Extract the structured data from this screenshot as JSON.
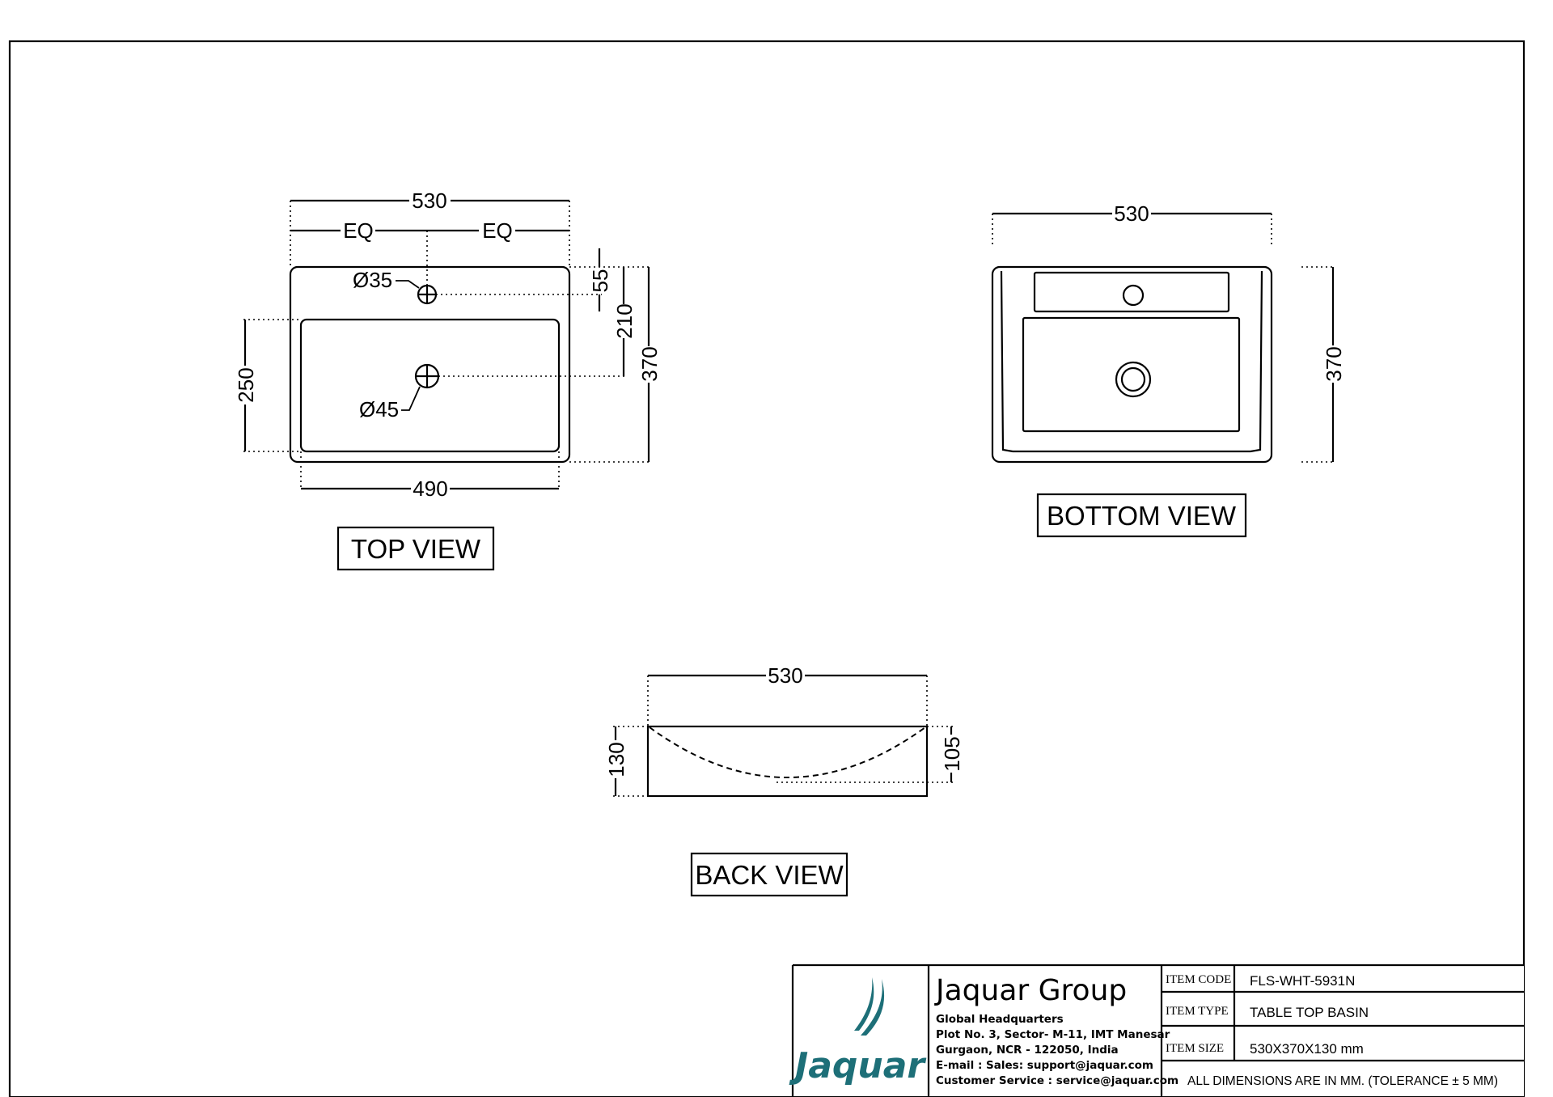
{
  "views": {
    "top": {
      "label": "TOP VIEW",
      "dim_overall_width": "530",
      "dim_eq_left": "EQ",
      "dim_eq_right": "EQ",
      "dim_inner_width": "490",
      "dim_tap_hole": "Ø35",
      "dim_waste_hole": "Ø45",
      "dim_tap_offset": "55",
      "dim_waste_offset": "210",
      "dim_overall_depth": "370",
      "dim_bowl_depth": "250"
    },
    "bottom": {
      "label": "BOTTOM VIEW",
      "dim_width": "530",
      "dim_depth": "370"
    },
    "back": {
      "label": "BACK VIEW",
      "dim_width": "530",
      "dim_height": "130",
      "dim_bowl_height": "105"
    }
  },
  "title_block": {
    "logo_text": "Jaquar",
    "company": "Jaquar Group",
    "address_lines": [
      "Global Headquarters",
      "Plot No. 3, Sector- M-11, IMT Manesar",
      "Gurgaon, NCR - 122050, India",
      "E-mail : Sales: support@jaquar.com",
      "Customer Service : service@jaquar.com"
    ],
    "item_code_label": "ITEM CODE",
    "item_code": "FLS-WHT-5931N",
    "item_type_label": "ITEM TYPE",
    "item_type": "TABLE TOP BASIN",
    "item_size_label": "ITEM SIZE",
    "item_size": "530X370X130 mm",
    "note": "ALL DIMENSIONS ARE IN MM. (TOLERANCE ± 5 MM)"
  },
  "colors": {
    "logo": "#1d6f78",
    "lines": "#000000",
    "background": "#ffffff"
  }
}
